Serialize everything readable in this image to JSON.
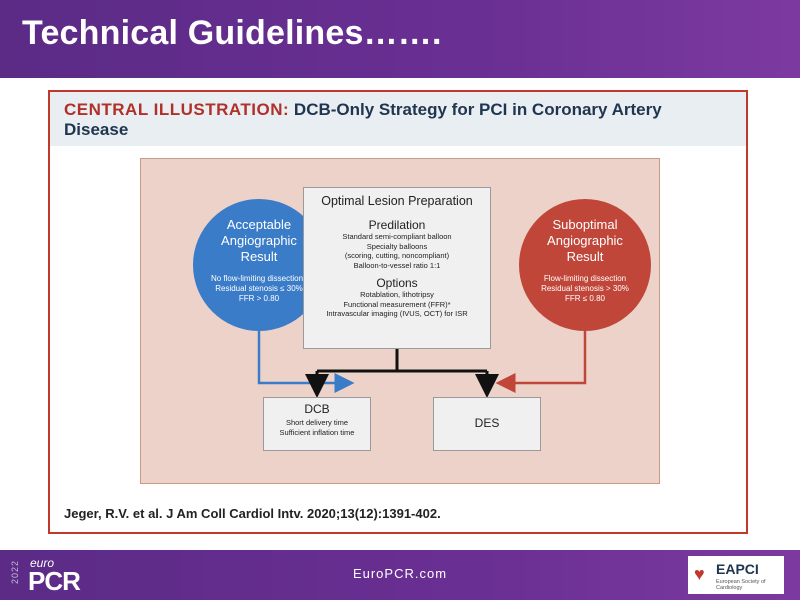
{
  "slide": {
    "title": "Technical Guidelines……."
  },
  "figure": {
    "title_lead": "CENTRAL ILLUSTRATION:",
    "title_rest": " DCB-Only Strategy for PCI in Coronary Artery Disease",
    "acceptable": {
      "title_lines": [
        "Acceptable",
        "Angiographic",
        "Result"
      ],
      "details": [
        "No flow-limiting dissections",
        "Residual stenosis ≤ 30%",
        "FFR > 0.80"
      ]
    },
    "suboptimal": {
      "title_lines": [
        "Suboptimal",
        "Angiographic",
        "Result"
      ],
      "details": [
        "Flow-limiting dissection",
        "Residual stenosis > 30%",
        "FFR ≤ 0.80"
      ]
    },
    "preparation": {
      "title": "Optimal Lesion Preparation",
      "predilation_heading": "Predilation",
      "predilation_items": [
        "Standard semi-compliant balloon",
        "Specialty balloons",
        "(scoring, cutting, noncompliant)",
        "Balloon-to-vessel ratio 1:1"
      ],
      "options_heading": "Options",
      "options_items": [
        "Rotablation, lithotripsy",
        "Functional measurement (FFR)*",
        "Intravascular imaging (IVUS, OCT) for ISR"
      ]
    },
    "dcb": {
      "label": "DCB",
      "details": [
        "Short delivery time",
        "Sufficient inflation time"
      ]
    },
    "des": {
      "label": "DES"
    },
    "citation": "Jeger, R.V. et al. J Am Coll Cardiol Intv. 2020;13(12):1391-402."
  },
  "footer": {
    "url": "EuroPCR.com",
    "logo_year": "2022",
    "logo_euro": "euro",
    "logo_pcr": "PCR",
    "partner_name": "EAPCI",
    "partner_sub": "European Society of Cardiology"
  },
  "colors": {
    "header_purple": "#5b2b86",
    "accept_blue": "#3a7cc8",
    "subopt_red": "#c0463a",
    "panel_bg": "#ecd2c8"
  }
}
